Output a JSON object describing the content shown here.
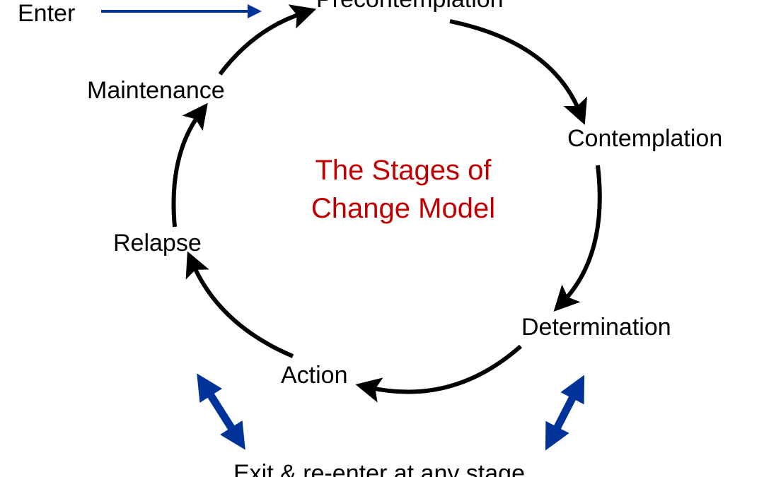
{
  "title": {
    "line1": "The Stages of",
    "line2": "Change Model"
  },
  "entry_label": "Enter",
  "exit_label": "Exit & re-enter at any stage",
  "stages": {
    "precontemplation": "Precontemplation",
    "contemplation": "Contemplation",
    "determination": "Determination",
    "action": "Action",
    "relapse": "Relapse",
    "maintenance": "Maintenance"
  },
  "colors": {
    "title": "#c00000",
    "arrow_cycle": "#000000",
    "arrow_entry_exit": "#003399"
  }
}
